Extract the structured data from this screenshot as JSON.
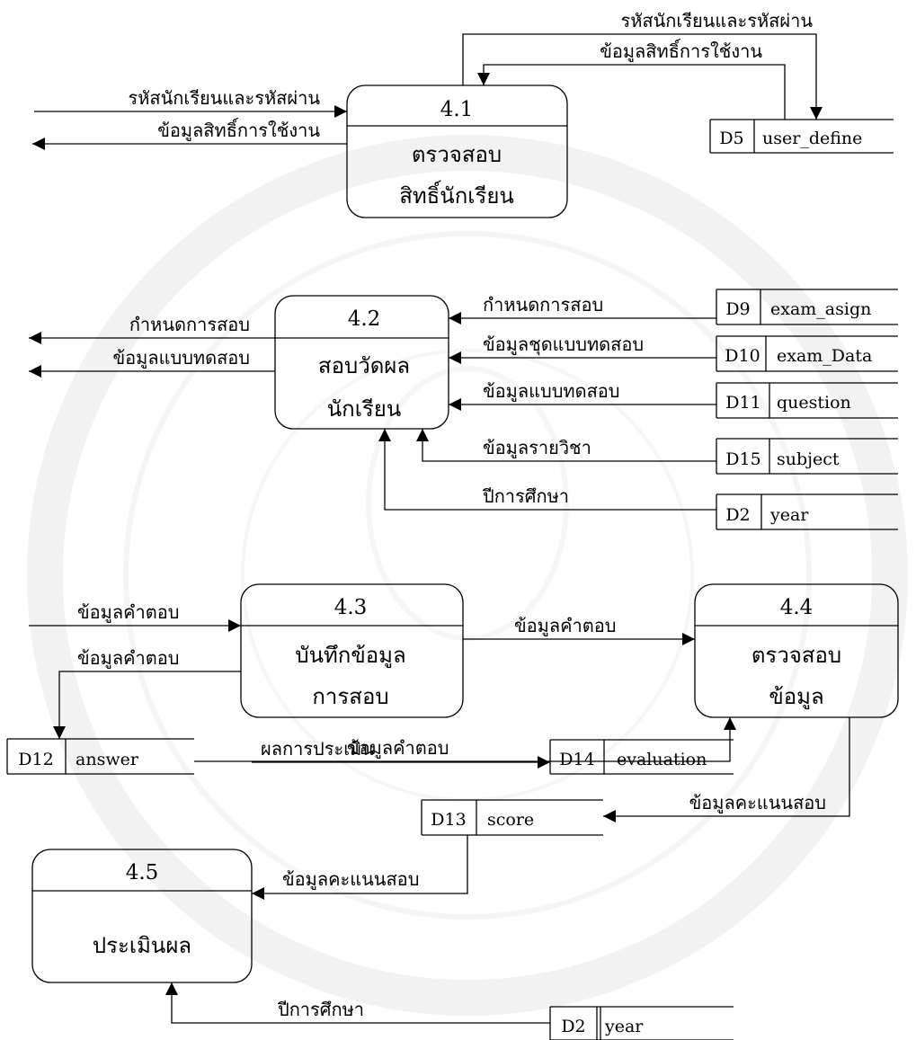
{
  "processes": [
    {
      "id": "4.1",
      "name_1": "ตรวจสอบ",
      "name_2": "สิทธิ์นักเรียน"
    },
    {
      "id": "4.2",
      "name_1": "สอบวัดผล",
      "name_2": "นักเรียน"
    },
    {
      "id": "4.3",
      "name_1": "บันทึกข้อมูล",
      "name_2": "การสอบ"
    },
    {
      "id": "4.4",
      "name_1": "ตรวจสอบ",
      "name_2": "ข้อมูล"
    },
    {
      "id": "4.5",
      "name_1": "ประเมินผล"
    }
  ],
  "stores": [
    {
      "id": "D5",
      "name": "user_define"
    },
    {
      "id": "D9",
      "name": "exam_asign"
    },
    {
      "id": "D10",
      "name": "exam_Data"
    },
    {
      "id": "D11",
      "name": "question"
    },
    {
      "id": "D15",
      "name": "subject"
    },
    {
      "id": "D2",
      "name": "year"
    },
    {
      "id": "D12",
      "name": "answer"
    },
    {
      "id": "D13",
      "name": "score"
    },
    {
      "id": "D14",
      "name": "evaluation"
    },
    {
      "id": "D2",
      "name": "year"
    }
  ],
  "flows": [
    "รหัสนักเรียนและรหัสผ่าน",
    "ข้อมูลสิทธิ์การใช้งาน",
    "รหัสนักเรียนและรหัสผ่าน",
    "ข้อมูลสิทธิ์การใช้งาน",
    "กำหนดการสอบ",
    "ข้อมูลแบบทดสอบ",
    "กำหนดการสอบ",
    "ข้อมูลชุดแบบทดสอบ",
    "ข้อมูลแบบทดสอบ",
    "ข้อมูลรายวิชา",
    "ปีการศึกษา",
    "ข้อมูลคำตอบ",
    "ข้อมูลคำตอบ",
    "ข้อมูลคำตอบ",
    "ข้อมูลคำตอบ",
    "ข้อมูลคะแนนสอบ",
    "ข้อมูลคะแนนสอบ",
    "ผลการประเมิน",
    "ปีการศึกษา"
  ]
}
